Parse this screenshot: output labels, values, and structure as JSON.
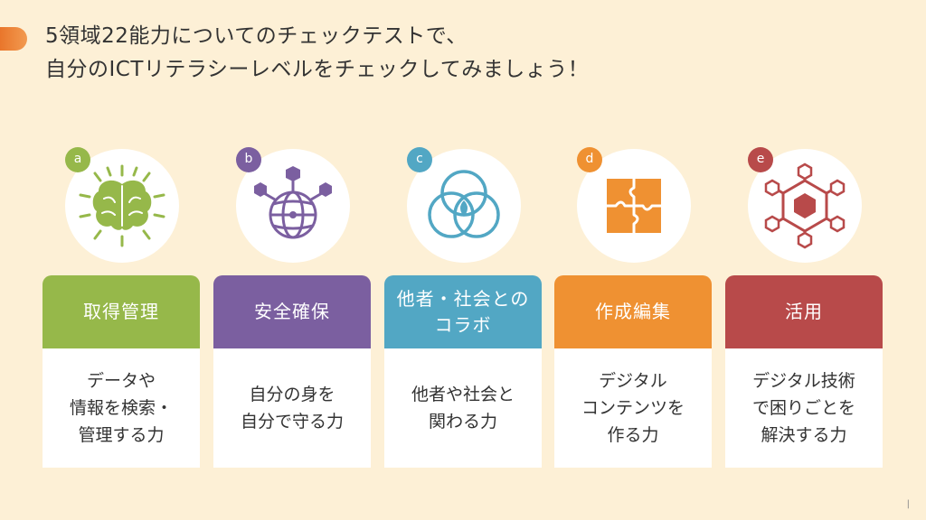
{
  "title": {
    "line1": "5領域22能力についてのチェックテストで、",
    "line2": "自分のICTリテラシーレベルをチェックしてみましょう！"
  },
  "cards": [
    {
      "badge": "a",
      "icon": "brain-icon",
      "color": "#96b84a",
      "header": "取得管理",
      "body": "データや\n情報を検索・\n管理する力"
    },
    {
      "badge": "b",
      "icon": "globe-network-icon",
      "color": "#7b5fa0",
      "header": "安全確保",
      "body": "自分の身を\n自分で守る力"
    },
    {
      "badge": "c",
      "icon": "venn-circles-icon",
      "color": "#52a7c4",
      "header": "他者・社会との\nコラボ",
      "body": "他者や社会と\n関わる力"
    },
    {
      "badge": "d",
      "icon": "puzzle-icon",
      "color": "#ef9132",
      "header": "作成編集",
      "body": "デジタル\nコンテンツを\n作る力"
    },
    {
      "badge": "e",
      "icon": "hexagon-network-icon",
      "color": "#b84a4a",
      "header": "活用",
      "body": "デジタル技術\nで困りごとを\n解決する力"
    }
  ],
  "page_number": "|"
}
